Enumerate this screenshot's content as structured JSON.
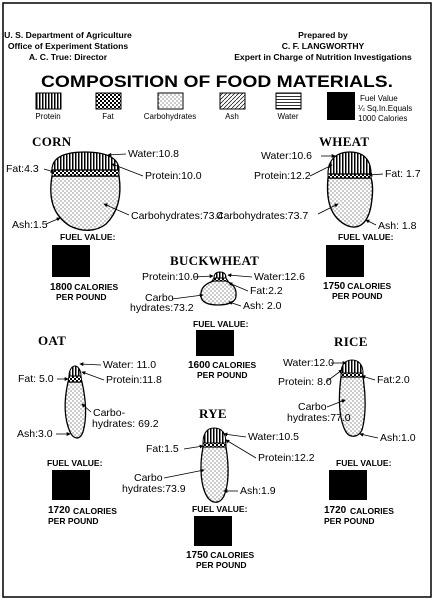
{
  "header": {
    "left": [
      "U. S. Department of Agriculture",
      "Office of Experiment Stations",
      "A. C. True: Director"
    ],
    "right": [
      "Prepared by",
      "C. F. LANGWORTHY",
      "Expert in Charge of Nutrition Investigations"
    ]
  },
  "title": "COMPOSITION OF FOOD MATERIALS.",
  "legend": {
    "items": [
      "Protein",
      "Fat",
      "Carbohydrates",
      "Ash",
      "Water"
    ],
    "fuel_note": [
      "Fuel Value",
      "¼ Sq.In.Equals",
      "1000 Calories"
    ]
  },
  "fuel_value_label": "FUEL VALUE:",
  "calories_unit": "CALORIES",
  "per_pound": "PER POUND",
  "grains": [
    {
      "name": "CORN",
      "water": "Water:10.8",
      "protein": "Protein:10.0",
      "fat": "Fat:4.3",
      "carbo": "Carbohydrates:73.4",
      "ash": "Ash:1.5",
      "calories": "1800"
    },
    {
      "name": "WHEAT",
      "water": "Water:10.6",
      "protein": "Protein:12.2",
      "fat": "Fat: 1.7",
      "carbo": "Carbohydrates:73.7",
      "ash": "Ash: 1.8",
      "calories": "1750"
    },
    {
      "name": "BUCKWHEAT",
      "water": "Water:12.6",
      "protein": "Protein:10.0",
      "fat": "Fat:2.2",
      "carbo1": "Carbo",
      "carbo2": "hydrates:73.2",
      "ash": "Ash: 2.0",
      "calories": "1600"
    },
    {
      "name": "OAT",
      "water": "Water: 11.0",
      "protein": "Protein:11.8",
      "fat": "Fat: 5.0",
      "carbo1": "Carbo-",
      "carbo2": "hydrates: 69.2",
      "ash": "Ash:3.0",
      "calories": "1720"
    },
    {
      "name": "RICE",
      "water": "Water:12.0",
      "protein": "Protein: 8.0",
      "fat": "Fat:2.0",
      "carbo1": "Carbo",
      "carbo2": "hydrates:77.0",
      "ash": "Ash:1.0",
      "calories": "1720"
    },
    {
      "name": "RYE",
      "water": "Water:10.5",
      "protein": "Protein:12.2",
      "fat": "Fat:1.5",
      "carbo1": "Carbo",
      "carbo2": "hydrates:73.9",
      "ash": "Ash:1.9",
      "calories": "1750"
    }
  ]
}
